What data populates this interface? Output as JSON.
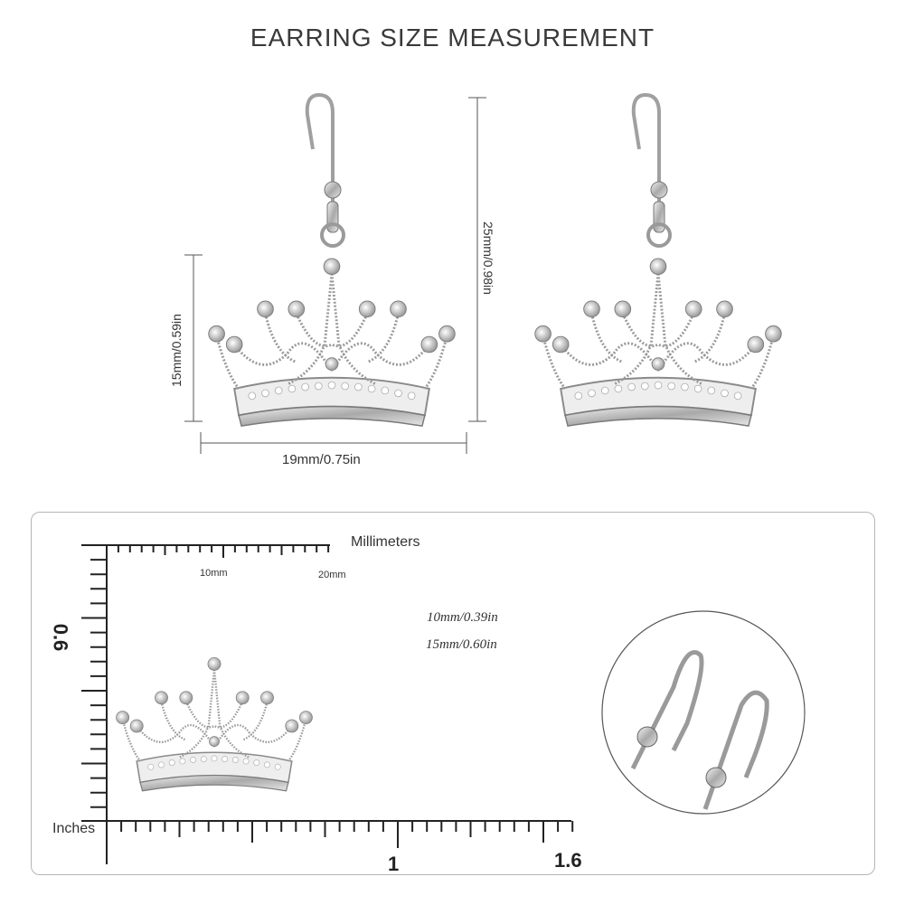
{
  "title": "EARRING SIZE MEASUREMENT",
  "dimensions": {
    "width": "19mm/0.75in",
    "crown_height": "15mm/0.59in",
    "total_length": "25mm/0.98in"
  },
  "ruler": {
    "mm_label": "Millimeters",
    "mm_ticks": [
      "10mm",
      "20mm"
    ],
    "inch_label": "Inches",
    "inch_ticks": [
      "1",
      "1.6"
    ],
    "vertical_inch_tick": "0.6"
  },
  "notes": [
    "10mm/0.39in",
    "15mm/0.60in"
  ],
  "icons": {
    "left_earring": "crown-earring-icon",
    "right_earring": "crown-earring-icon",
    "ruler_crown": "crown-charm-icon",
    "hook_detail": "ear-hook-closeup-icon"
  }
}
